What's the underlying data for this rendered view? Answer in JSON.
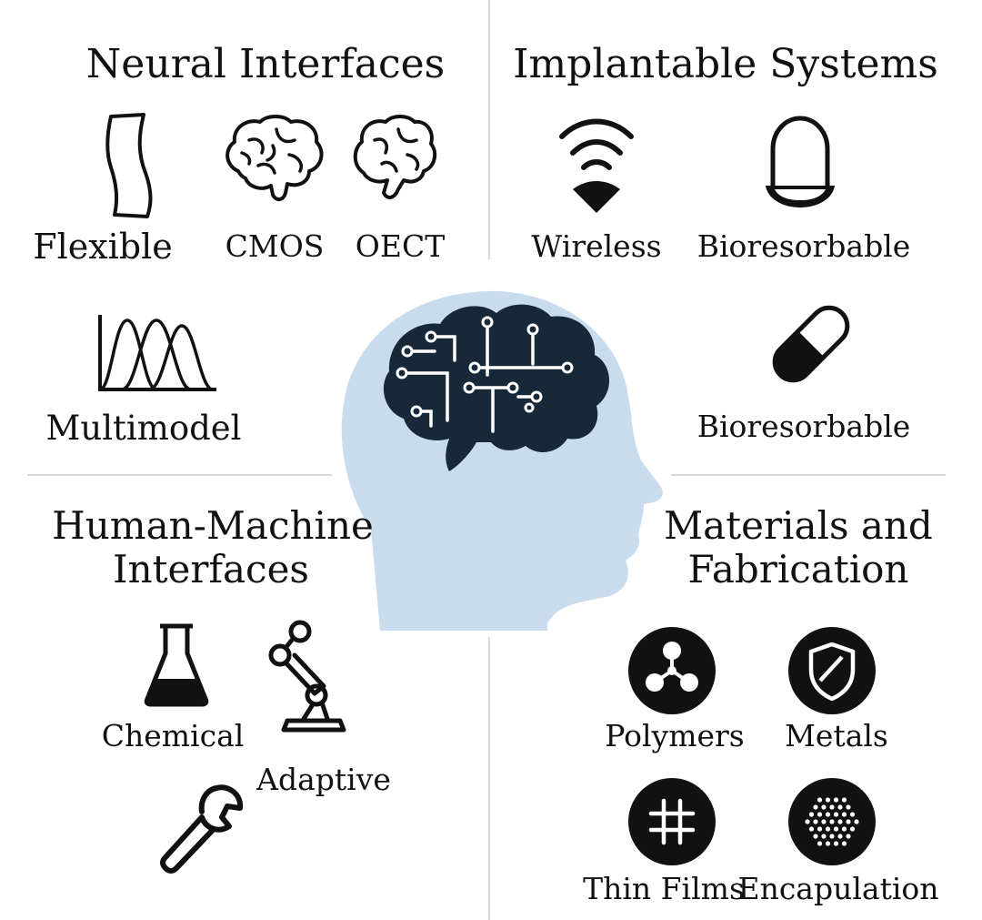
{
  "quadrants": {
    "neural": {
      "title": "Neural Interfaces",
      "items": {
        "flexible": "Flexible",
        "cmos": "CMOS",
        "oect": "OECT",
        "multimodel": "Multimodel"
      }
    },
    "implantable": {
      "title": "Implantable Systems",
      "items": {
        "wireless": "Wireless",
        "bioresorbable_top": "Bioresorbable",
        "bioresorbable_mid": "Bioresorbable"
      }
    },
    "hmi": {
      "title_line1": "Human-Machine",
      "title_line2": "Interfaces",
      "items": {
        "chemical": "Chemical",
        "adaptive": "Adaptive"
      }
    },
    "materials": {
      "title_line1": "Materials and",
      "title_line2": "Fabrication",
      "items": {
        "polymers": "Polymers",
        "metals": "Metals",
        "thin_films": "Thin Films",
        "encapsulation": "Encapulation"
      }
    }
  },
  "colors": {
    "head": "#c9dced",
    "brain": "#172838",
    "ink": "#111111",
    "divider": "#d9d9d9"
  }
}
